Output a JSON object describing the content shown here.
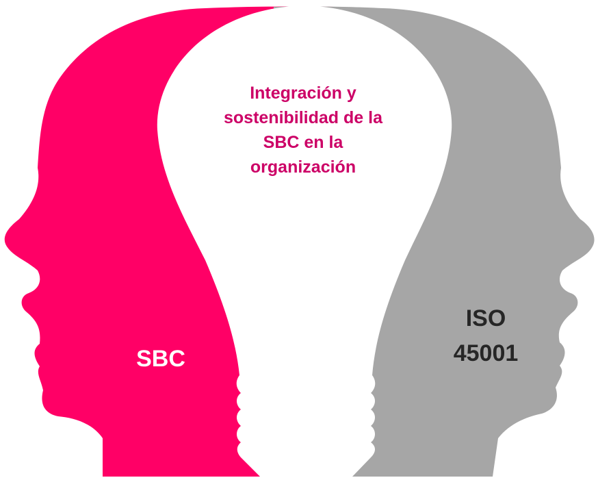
{
  "diagram": {
    "center_label": "Integración y sostenibilidad de la SBC en la organización",
    "left_label": "SBC",
    "right_label": "ISO\n45001"
  },
  "colors": {
    "left_head": "#ff0066",
    "right_head": "#a6a6a6",
    "bulb": "#ffffff",
    "center_text": "#cc0066",
    "side_text": "#ffffff",
    "right_text": "#262626"
  },
  "icons": {
    "left": "head-profile-icon",
    "right": "head-profile-icon",
    "center": "light-bulb-icon"
  }
}
